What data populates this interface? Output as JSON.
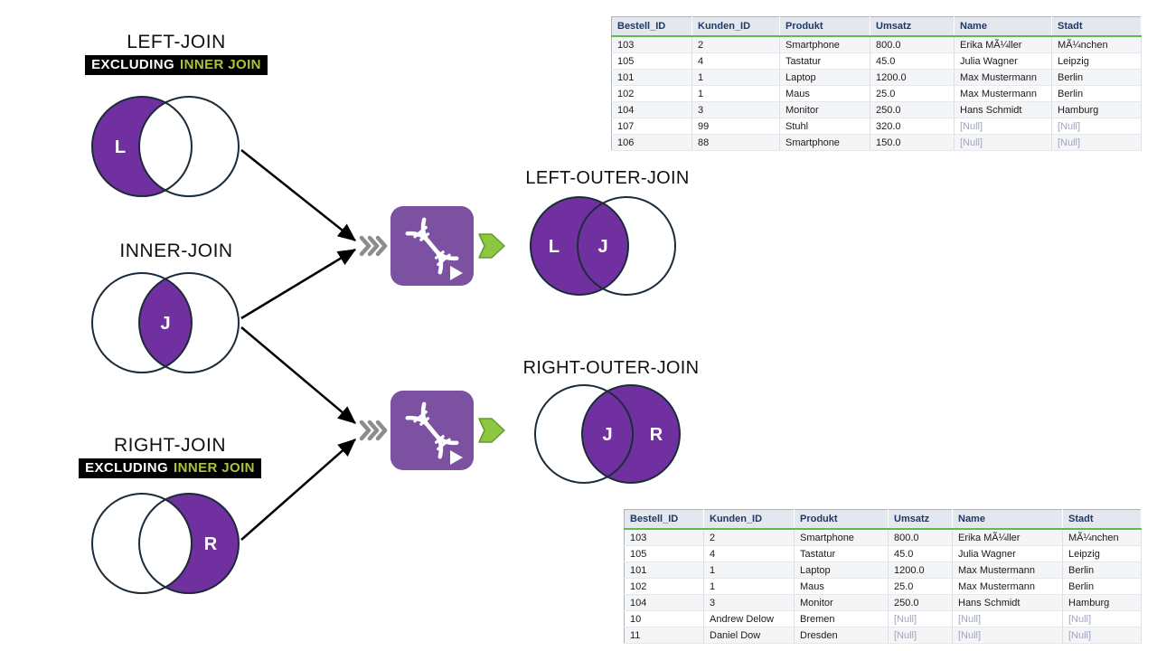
{
  "diagram": {
    "left_join": {
      "title": "LEFT-JOIN",
      "badge_white": "EXCLUDING",
      "badge_green": "INNER JOIN",
      "label": "L"
    },
    "inner_join": {
      "title": "INNER-JOIN",
      "label": "J"
    },
    "right_join": {
      "title": "RIGHT-JOIN",
      "badge_white": "EXCLUDING",
      "badge_green": "INNER JOIN",
      "label": "R"
    },
    "left_outer_join": {
      "title": "LEFT-OUTER-JOIN",
      "label_left": "L",
      "label_join": "J"
    },
    "right_outer_join": {
      "title": "RIGHT-OUTER-JOIN",
      "label_join": "J",
      "label_right": "R"
    }
  },
  "nodes": {
    "joiner_icon": "dna-helix-icon",
    "input_marker": "double-chevron-icon",
    "output_marker": "green-arrow-icon"
  },
  "colors": {
    "venn_purple": "#7030A0",
    "node_purple": "#7C51A1",
    "badge_green_text": "#A9C23F",
    "output_arrow_green": "#8DC63F",
    "circle_outline": "#1C2B39",
    "header_underline_green": "#5FBB4E"
  },
  "tables": {
    "headers": [
      "Bestell_ID",
      "Kunden_ID",
      "Produkt",
      "Umsatz",
      "Name",
      "Stadt"
    ],
    "null_text": "[Null]",
    "left_outer_result_rows": [
      [
        "103",
        "2",
        "Smartphone",
        "800.0",
        "Erika MÃ¼ller",
        "MÃ¼nchen"
      ],
      [
        "105",
        "4",
        "Tastatur",
        "45.0",
        "Julia Wagner",
        "Leipzig"
      ],
      [
        "101",
        "1",
        "Laptop",
        "1200.0",
        "Max Mustermann",
        "Berlin"
      ],
      [
        "102",
        "1",
        "Maus",
        "25.0",
        "Max Mustermann",
        "Berlin"
      ],
      [
        "104",
        "3",
        "Monitor",
        "250.0",
        "Hans Schmidt",
        "Hamburg"
      ],
      [
        "107",
        "99",
        "Stuhl",
        "320.0",
        "[Null]",
        "[Null]"
      ],
      [
        "106",
        "88",
        "Smartphone",
        "150.0",
        "[Null]",
        "[Null]"
      ]
    ],
    "right_outer_result_rows": [
      [
        "103",
        "2",
        "Smartphone",
        "800.0",
        "Erika MÃ¼ller",
        "MÃ¼nchen"
      ],
      [
        "105",
        "4",
        "Tastatur",
        "45.0",
        "Julia Wagner",
        "Leipzig"
      ],
      [
        "101",
        "1",
        "Laptop",
        "1200.0",
        "Max Mustermann",
        "Berlin"
      ],
      [
        "102",
        "1",
        "Maus",
        "25.0",
        "Max Mustermann",
        "Berlin"
      ],
      [
        "104",
        "3",
        "Monitor",
        "250.0",
        "Hans Schmidt",
        "Hamburg"
      ],
      [
        "10",
        "Andrew Delow",
        "Bremen",
        "[Null]",
        "[Null]",
        "[Null]"
      ],
      [
        "11",
        "Daniel Dow",
        "Dresden",
        "[Null]",
        "[Null]",
        "[Null]"
      ]
    ]
  }
}
